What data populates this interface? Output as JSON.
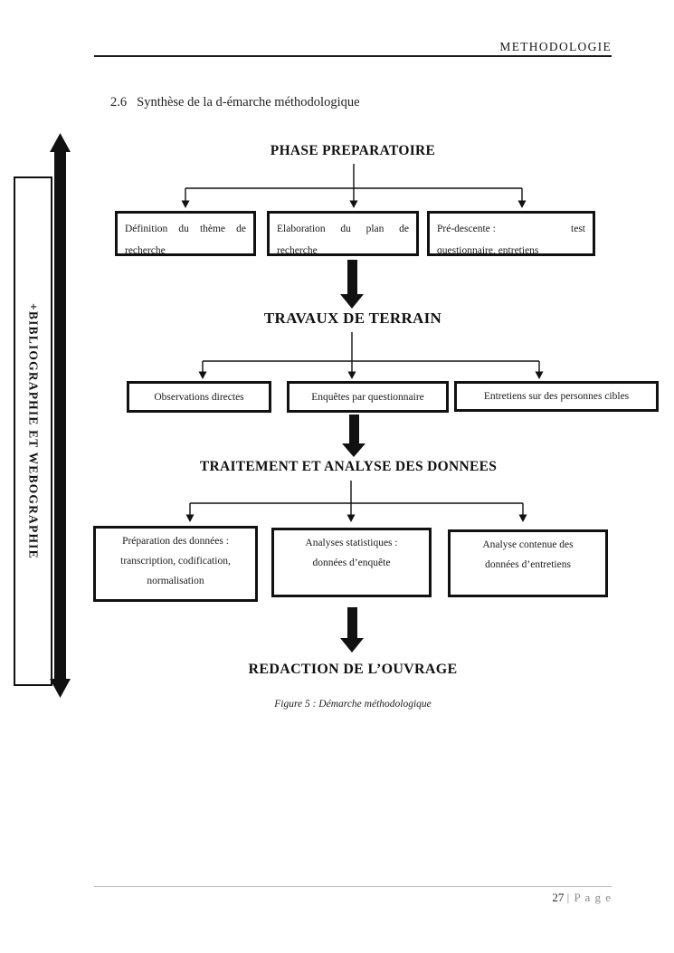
{
  "header": {
    "running_title": "METHODOLOGIE"
  },
  "section": {
    "number": "2.6",
    "title": "Synthèse de la d-émarche méthodologique"
  },
  "sidebar": {
    "label": "+BIBLIOGRAPHIE ET WEBOGRAPHIE"
  },
  "diagram": {
    "caption": "Figure 5 : Démarche méthodologique",
    "phase1": {
      "title": "PHASE PREPARATOIRE",
      "boxes": [
        {
          "line1_words": [
            "Définition",
            "du",
            "thème",
            "de"
          ],
          "line2": "recherche"
        },
        {
          "line1_words": [
            "Elaboration",
            "du",
            "plan",
            "de"
          ],
          "line2": "recherche"
        },
        {
          "line1_words": [
            "Pré-descente :",
            "test"
          ],
          "line2": "questionnaire, entretiens"
        }
      ]
    },
    "phase2": {
      "title": "TRAVAUX DE TERRAIN",
      "boxes": [
        {
          "label": "Observations directes"
        },
        {
          "label": "Enquêtes par questionnaire"
        },
        {
          "label": "Entretiens sur des personnes cibles"
        }
      ]
    },
    "phase3": {
      "title": "TRAITEMENT ET ANALYSE DES DONNEES",
      "boxes": [
        {
          "label": "Préparation des données :\ntranscription, codification,\nnormalisation"
        },
        {
          "label": "Analyses statistiques :\ndonnées d’enquête"
        },
        {
          "label": "Analyse contenue des\ndonnées d’entretiens"
        }
      ]
    },
    "phase4": {
      "title": "REDACTION DE L’OUVRAGE"
    }
  },
  "footer": {
    "page_number": "27",
    "page_suffix": "| P a g e"
  },
  "colors": {
    "ink": "#111111",
    "rule_dark": "#1a1a1a",
    "rule_light": "#bdbdbd",
    "muted": "#8a8a8a"
  }
}
